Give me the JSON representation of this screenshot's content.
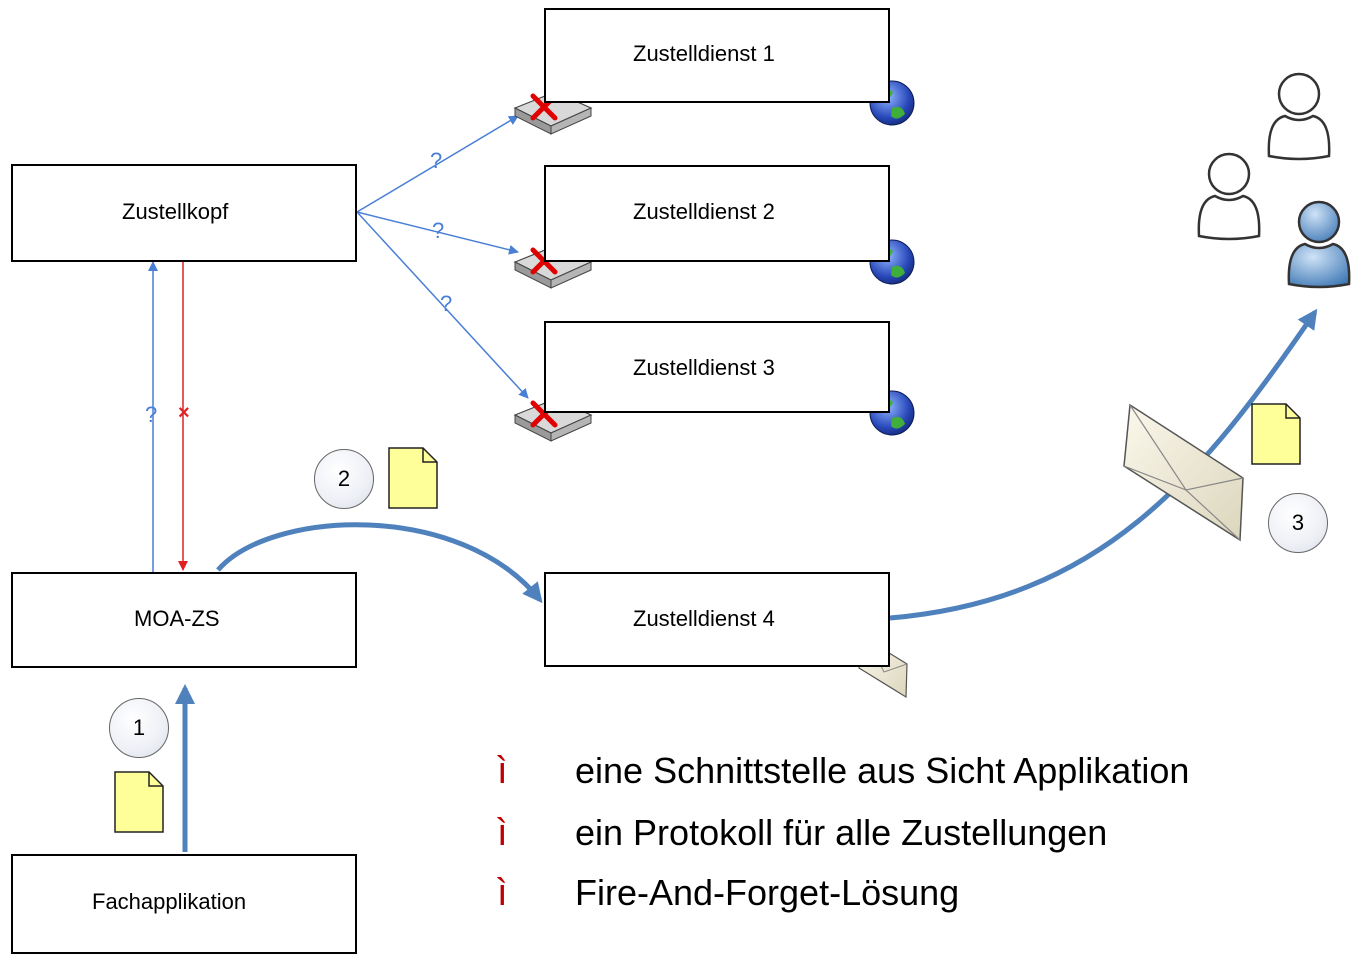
{
  "nodes": {
    "zustellkopf": "Zustellkopf",
    "moazs": "MOA-ZS",
    "fachapp": "Fachapplikation",
    "zd1": "Zustelldienst 1",
    "zd2": "Zustelldienst 2",
    "zd3": "Zustelldienst 3",
    "zd4": "Zustelldienst 4"
  },
  "steps": [
    "1",
    "2",
    "3"
  ],
  "edge_labels": {
    "query": "?",
    "fail": "×"
  },
  "bullets": {
    "marker": "ì",
    "items": [
      "eine Schnittstelle aus Sicht Applikation",
      "ein Protokoll für alle Zustellungen",
      "Fire-And-Forget-Lösung"
    ]
  },
  "icons": [
    "globe-icon",
    "fax-icon",
    "red-x-icon",
    "document-icon",
    "envelope-icon",
    "user-icon"
  ],
  "colors": {
    "query_arrow": "#4a7fd6",
    "fail_arrow": "#e02020",
    "flow_arrow": "#4f81bd",
    "document": "#ffff99",
    "bullet": "#c00000"
  }
}
